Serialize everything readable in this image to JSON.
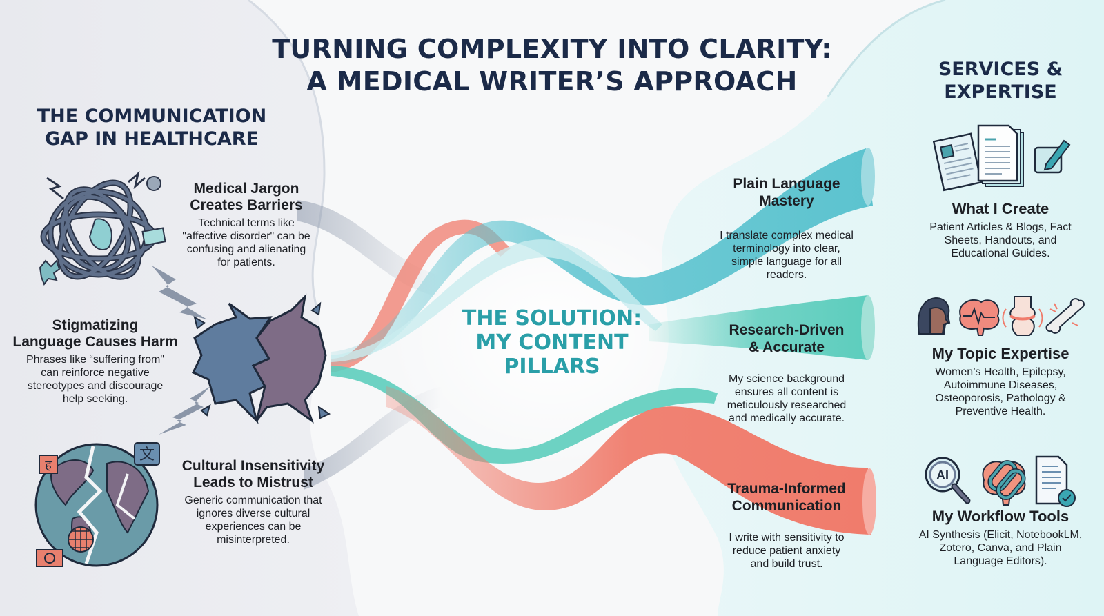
{
  "title": {
    "line1": "TURNING COMPLEXITY INTO CLARITY:",
    "line2": "A MEDICAL WRITER’S APPROACH"
  },
  "problems": {
    "heading_line1": "THE COMMUNICATION",
    "heading_line2": "GAP IN HEALTHCARE",
    "items": [
      {
        "icon": "tangled-knot-icon",
        "title_line1": "Medical Jargon",
        "title_line2": "Creates Barriers",
        "desc": "Technical terms like \"affective disorder\" can be confusing and alienating for patients."
      },
      {
        "icon": "broken-speech-bubbles-icon",
        "title_line1": "Stigmatizing",
        "title_line2": "Language Causes Harm",
        "desc": "Phrases like “suffering from\" can reinforce negative stereotypes and discourage help seeking."
      },
      {
        "icon": "cracked-globe-icon",
        "title_line1": "Cultural Insensitivity",
        "title_line2": "Leads to Mistrust",
        "desc": "Generic communication that ignores diverse cultural experiences can be misinterpreted."
      }
    ]
  },
  "solution": {
    "line1": "THE SOLUTION:",
    "line2": "MY CONTENT",
    "line3": "PILLARS"
  },
  "pillars": [
    {
      "title_line1": "Plain Language",
      "title_line2": "Mastery",
      "desc": "I translate complex medical terminology into clear, simple language for all readers.",
      "color": "#5cc3cf"
    },
    {
      "title_line1": "Research-Driven",
      "title_line2": "& Accurate",
      "desc": "My science background ensures all content is meticulously researched and medically accurate.",
      "color": "#5dcdbd"
    },
    {
      "title_line1": "Trauma-Informed",
      "title_line2": "Communication",
      "desc": "I write with sensitivity to reduce patient anxiety and build trust.",
      "color": "#f07c6c"
    }
  ],
  "services": {
    "heading_line1": "SERVICES &",
    "heading_line2": "EXPERTISE",
    "items": [
      {
        "icons": [
          "documents-icon",
          "pencil-icon"
        ],
        "title": "What I Create",
        "desc": "Patient Articles & Blogs, Fact Sheets, Handouts, and Educational Guides."
      },
      {
        "icons": [
          "woman-profile-icon",
          "brain-wave-icon",
          "joint-icon",
          "bone-icon"
        ],
        "title": "My Topic Expertise",
        "desc": "Women’s Health, Epilepsy, Autoimmune Diseases, Osteoporosis, Pathology & Preventive Health."
      },
      {
        "icons": [
          "ai-magnifier-icon",
          "brain-link-icon",
          "checked-document-icon"
        ],
        "title": "My Workflow Tools",
        "desc": "AI Synthesis (Elicit, NotebookLM, Zotero, Canva, and Plain Language Editors)."
      }
    ]
  },
  "glyphs": {
    "translate": "文",
    "devanagari": "ह"
  },
  "colors": {
    "navy": "#1b2a48",
    "teal": "#2a9fa8",
    "aqua": "#5cc3cf",
    "mint": "#5dcdbd",
    "coral": "#f07c6c",
    "slate": "#5f7590",
    "mauve": "#7e6c86"
  }
}
